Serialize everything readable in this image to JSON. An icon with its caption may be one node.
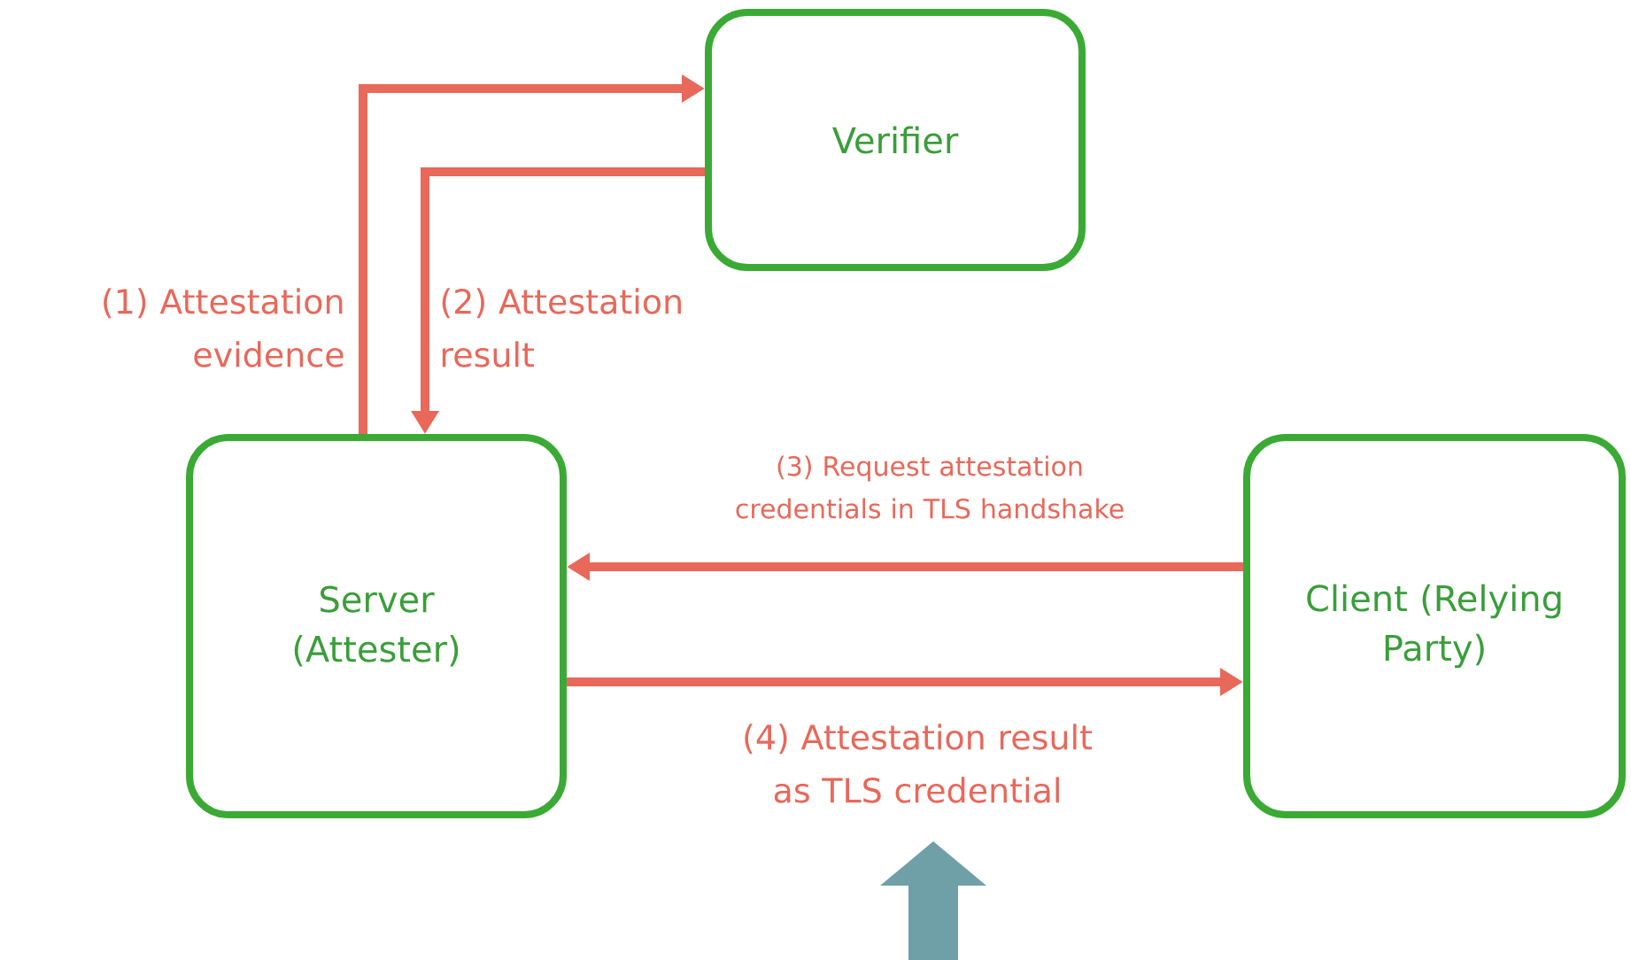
{
  "diagram": {
    "nodes": [
      {
        "text": [
          "Verifier"
        ]
      },
      {
        "text": [
          "Server (Attester)"
        ]
      },
      {
        "text": [
          "Client (Relying Party)"
        ]
      }
    ],
    "edges": [
      {
        "from": 1,
        "to": 0,
        "arrow": "to",
        "label": "(1) Attestation evidence"
      },
      {
        "from": 0,
        "to": 1,
        "arrow": "to",
        "label": "(2) Attestation result"
      },
      {
        "from": 2,
        "to": 1,
        "arrow": "to",
        "label": "(3) Request attestation credentials in TLS handshake"
      },
      {
        "from": 1,
        "to": 2,
        "arrow": "to",
        "label": "(4) Attestation result as TLS credential"
      }
    ]
  }
}
